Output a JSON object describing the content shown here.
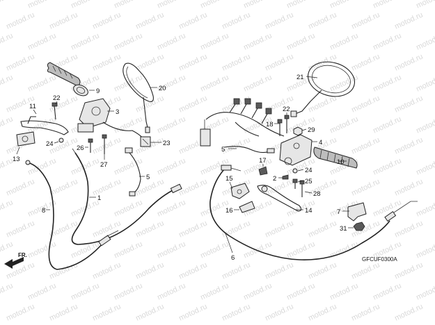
{
  "watermark": "motod.ru",
  "diagram_code": "GFCUF0300A",
  "direction_label": "FR.",
  "callouts": [
    {
      "id": "c1",
      "text": "1"
    },
    {
      "id": "c2",
      "text": "2"
    },
    {
      "id": "c3",
      "text": "3"
    },
    {
      "id": "c4",
      "text": "4"
    },
    {
      "id": "c5a",
      "text": "5"
    },
    {
      "id": "c5b",
      "text": "5"
    },
    {
      "id": "c6",
      "text": "6"
    },
    {
      "id": "c7",
      "text": "7"
    },
    {
      "id": "c8",
      "text": "8"
    },
    {
      "id": "c9",
      "text": "9"
    },
    {
      "id": "c10",
      "text": "10"
    },
    {
      "id": "c11",
      "text": "11"
    },
    {
      "id": "c13",
      "text": "13"
    },
    {
      "id": "c14",
      "text": "14"
    },
    {
      "id": "c15",
      "text": "15"
    },
    {
      "id": "c16",
      "text": "16"
    },
    {
      "id": "c17",
      "text": "17"
    },
    {
      "id": "c18",
      "text": "18"
    },
    {
      "id": "c20",
      "text": "20"
    },
    {
      "id": "c21",
      "text": "21"
    },
    {
      "id": "c22a",
      "text": "22"
    },
    {
      "id": "c22b",
      "text": "22"
    },
    {
      "id": "c23",
      "text": "23"
    },
    {
      "id": "c24a",
      "text": "24"
    },
    {
      "id": "c24b",
      "text": "24"
    },
    {
      "id": "c25",
      "text": "25"
    },
    {
      "id": "c26",
      "text": "26"
    },
    {
      "id": "c27",
      "text": "27"
    },
    {
      "id": "c28",
      "text": "28"
    },
    {
      "id": "c29",
      "text": "29"
    },
    {
      "id": "c31",
      "text": "31"
    }
  ]
}
